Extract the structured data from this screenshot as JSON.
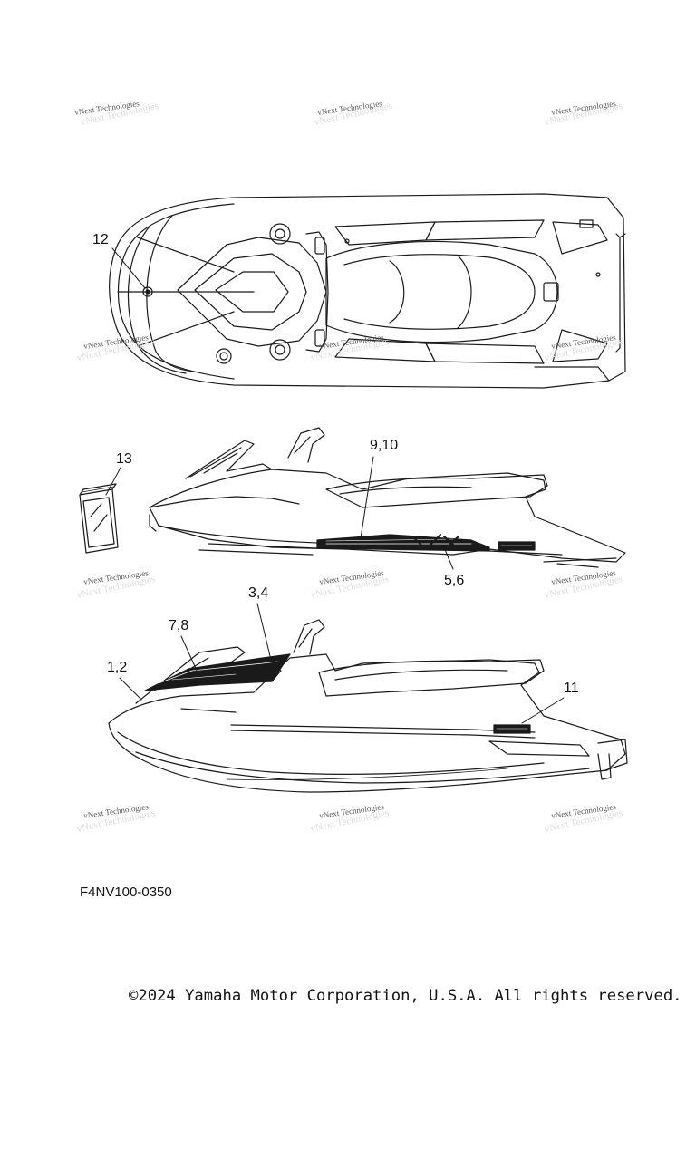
{
  "watermark": "vNext Technologies",
  "callouts": {
    "c12": "12",
    "c13": "13",
    "c9_10": "9,10",
    "c5_6": "5,6",
    "c3_4": "3,4",
    "c7_8": "7,8",
    "c1_2": "1,2",
    "c11": "11"
  },
  "part_code": "F4NV100-0350",
  "copyright": "©2024 Yamaha Motor Corporation, U.S.A. All rights reserved."
}
